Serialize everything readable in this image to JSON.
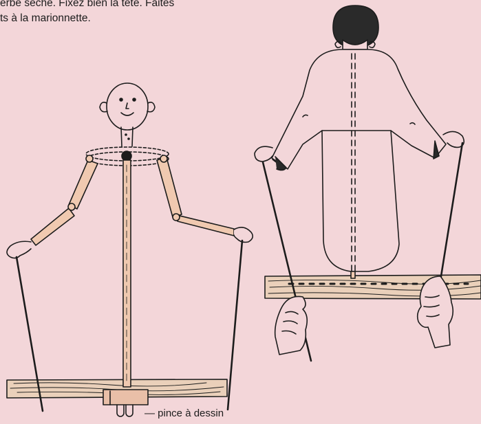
{
  "intro_text": {
    "line1": "erbe sèche. Fixez bien la tête. Faites",
    "line2": "ts à la marionnette."
  },
  "caption": "— pince à dessin",
  "colors": {
    "background": "#f3d6d9",
    "ink": "#1c1c1c"
  }
}
